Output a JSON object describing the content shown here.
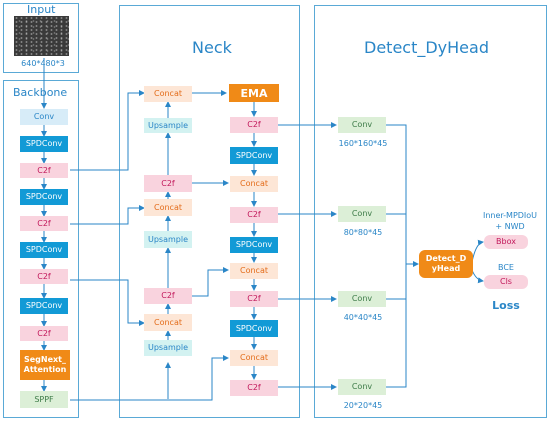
{
  "input": {
    "title": "Input",
    "size": "640*480*3"
  },
  "backbone": {
    "title": "Backbone",
    "blocks": [
      "Conv",
      "SPDConv",
      "C2f",
      "SPDConv",
      "C2f",
      "SPDConv",
      "C2f",
      "SPDConv",
      "C2f",
      "SegNext_Attention",
      "SPPF"
    ]
  },
  "neck": {
    "title": "Neck",
    "left_column": [
      "Concat",
      "Upsample",
      "C2f",
      "Concat",
      "Upsample",
      "C2f",
      "Concat",
      "Upsample"
    ],
    "right_column": [
      "EMA",
      "C2f",
      "SPDConv",
      "Concat",
      "C2f",
      "SPDConv",
      "Concat",
      "C2f",
      "SPDConv",
      "Concat",
      "C2f"
    ]
  },
  "head": {
    "title": "Detect_DyHead",
    "convs": [
      {
        "label": "Conv",
        "size": "160*160*45"
      },
      {
        "label": "Conv",
        "size": "80*80*45"
      },
      {
        "label": "Conv",
        "size": "40*40*45"
      },
      {
        "label": "Conv",
        "size": "20*20*45"
      }
    ],
    "dyhead": "Detect_DyHead",
    "outputs": [
      {
        "caption1": "Inner-MPDIoU",
        "caption2": "+  NWD",
        "box": "Bbox"
      },
      {
        "caption1": "BCE",
        "caption2": "",
        "box": "Cls"
      }
    ],
    "loss": "Loss"
  }
}
